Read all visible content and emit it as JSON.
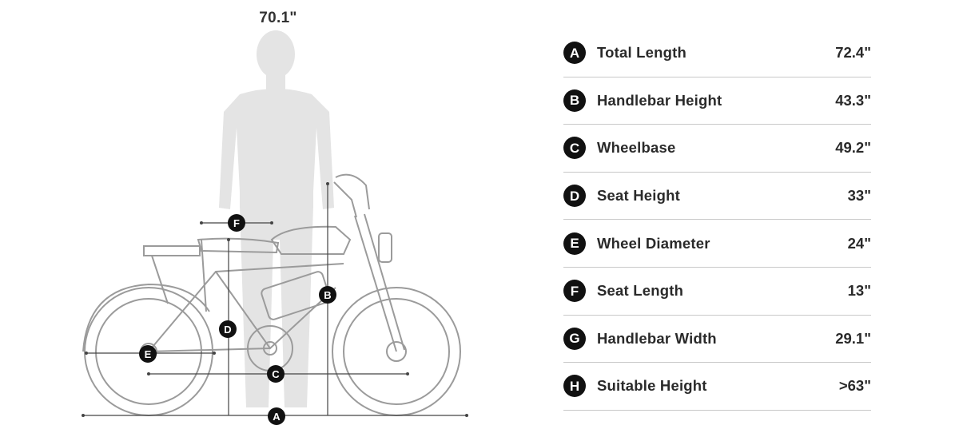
{
  "person_height": "70.1\"",
  "markers": {
    "a": "A",
    "b": "B",
    "c": "C",
    "d": "D",
    "e": "E",
    "f": "F"
  },
  "specs": [
    {
      "badge": "A",
      "label": "Total Length",
      "value": "72.4\""
    },
    {
      "badge": "B",
      "label": "Handlebar Height",
      "value": "43.3\""
    },
    {
      "badge": "C",
      "label": "Wheelbase",
      "value": "49.2\""
    },
    {
      "badge": "D",
      "label": "Seat Height",
      "value": "33\""
    },
    {
      "badge": "E",
      "label": "Wheel Diameter",
      "value": "24\""
    },
    {
      "badge": "F",
      "label": "Seat Length",
      "value": "13\""
    },
    {
      "badge": "G",
      "label": "Handlebar Width",
      "value": "29.1\""
    },
    {
      "badge": "H",
      "label": "Suitable Height",
      "value": ">63\""
    }
  ],
  "colors": {
    "badge": "#111111",
    "silhouette": "#e3e3e3",
    "line_art": "#9a9a9a",
    "divider": "#c8c8c8"
  }
}
